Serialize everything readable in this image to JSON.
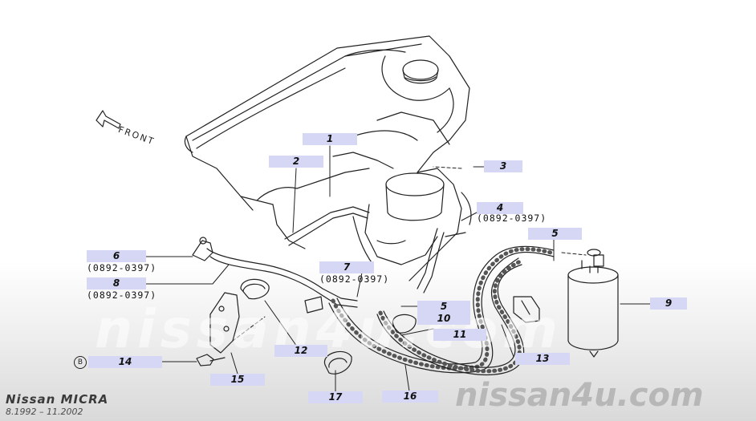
{
  "diagram": {
    "front_label": "FRONT",
    "callouts": [
      {
        "id": "callout-1",
        "text": "1"
      },
      {
        "id": "callout-2",
        "text": "2"
      },
      {
        "id": "callout-3",
        "text": "3"
      },
      {
        "id": "callout-4",
        "text": "4"
      },
      {
        "id": "callout-5a",
        "text": "5"
      },
      {
        "id": "callout-6",
        "text": "6"
      },
      {
        "id": "callout-7",
        "text": "7"
      },
      {
        "id": "callout-8",
        "text": "8"
      },
      {
        "id": "callout-9",
        "text": "9"
      },
      {
        "id": "callout-5b",
        "text": "5"
      },
      {
        "id": "callout-10",
        "text": "10"
      },
      {
        "id": "callout-11",
        "text": "11"
      },
      {
        "id": "callout-12",
        "text": "12"
      },
      {
        "id": "callout-13",
        "text": "13"
      },
      {
        "id": "callout-14",
        "text": "14"
      },
      {
        "id": "callout-15",
        "text": "15"
      },
      {
        "id": "callout-16",
        "text": "16"
      },
      {
        "id": "callout-17",
        "text": "17"
      }
    ],
    "date_ranges": {
      "part4": "(0892-0397)",
      "part6": "(0892-0397)",
      "part7": "(0892-0397)",
      "part8": "(0892-0397)"
    },
    "marker_14": "B"
  },
  "watermark": {
    "center": "nissan4u.com",
    "bottom_right": "nissan4u.com"
  },
  "footer": {
    "model": "Nissan  MICRA",
    "years": "8.1992  –  11.2002"
  }
}
